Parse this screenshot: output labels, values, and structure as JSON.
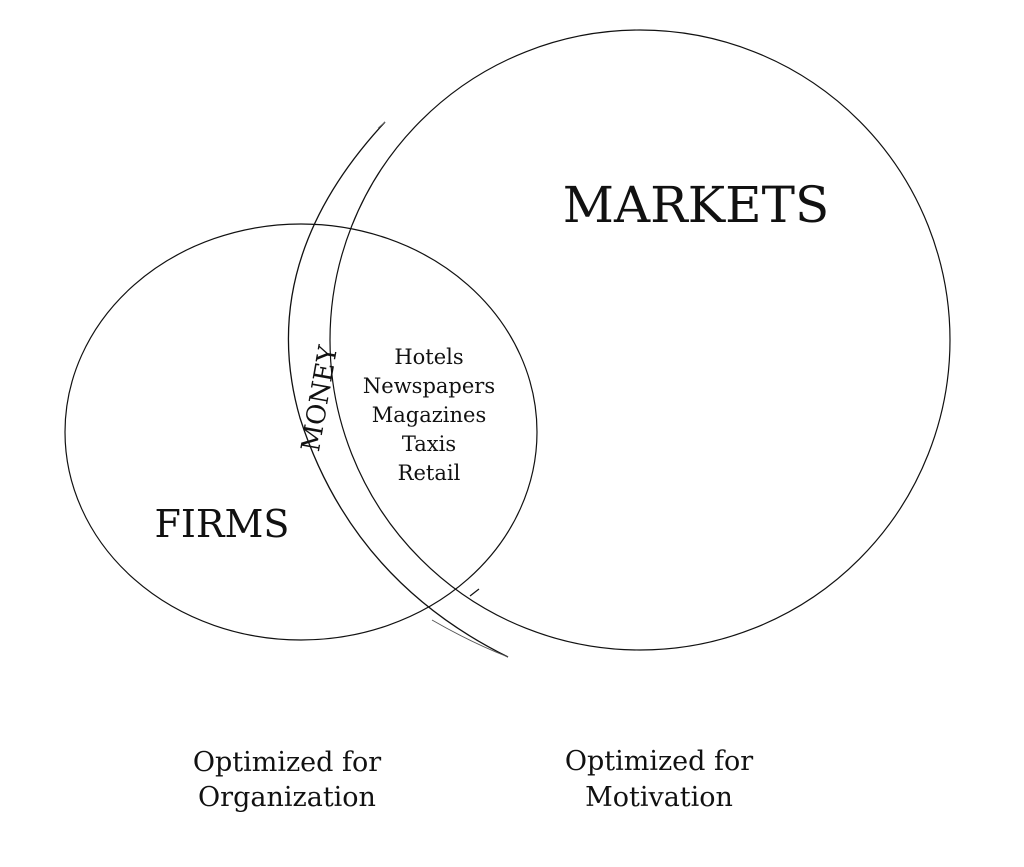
{
  "diagram": {
    "markets": {
      "label": "MARKETS"
    },
    "firms": {
      "label": "FIRMS"
    },
    "money": {
      "label": "MONEY"
    },
    "overlap": {
      "items": [
        "Hotels",
        "Newspapers",
        "Magazines",
        "Taxis",
        "Retail"
      ]
    },
    "captions": {
      "left": {
        "line1": "Optimized for",
        "line2": "Organization"
      },
      "right": {
        "line1": "Optimized for",
        "line2": "Motivation"
      }
    },
    "colors": {
      "stroke": "#111111",
      "background": "#ffffff",
      "text": "#111111"
    }
  }
}
